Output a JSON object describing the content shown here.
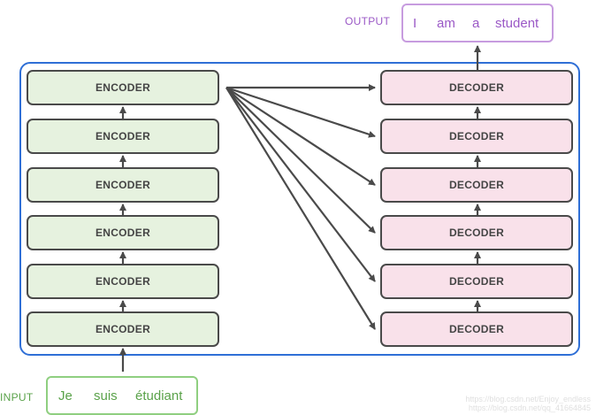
{
  "output": {
    "label": "OUTPUT",
    "tokens": [
      "I",
      "am",
      "a",
      "student"
    ]
  },
  "input": {
    "label": "INPUT",
    "tokens": [
      "Je",
      "suis",
      "étudiant"
    ]
  },
  "encoders": [
    "ENCODER",
    "ENCODER",
    "ENCODER",
    "ENCODER",
    "ENCODER",
    "ENCODER"
  ],
  "decoders": [
    "DECODER",
    "DECODER",
    "DECODER",
    "DECODER",
    "DECODER",
    "DECODER"
  ],
  "watermark": {
    "line1": "https://blog.csdn.net/Enjoy_endless",
    "line2": "https://blog.csdn.net/qq_41664845"
  },
  "colors": {
    "frame": "#2f6fd6",
    "encoder_fill": "#e6f2df",
    "decoder_fill": "#f9e1ea",
    "output_accent": "#9a58c6",
    "input_accent": "#5aa24a",
    "arrow": "#4a4a4a"
  }
}
